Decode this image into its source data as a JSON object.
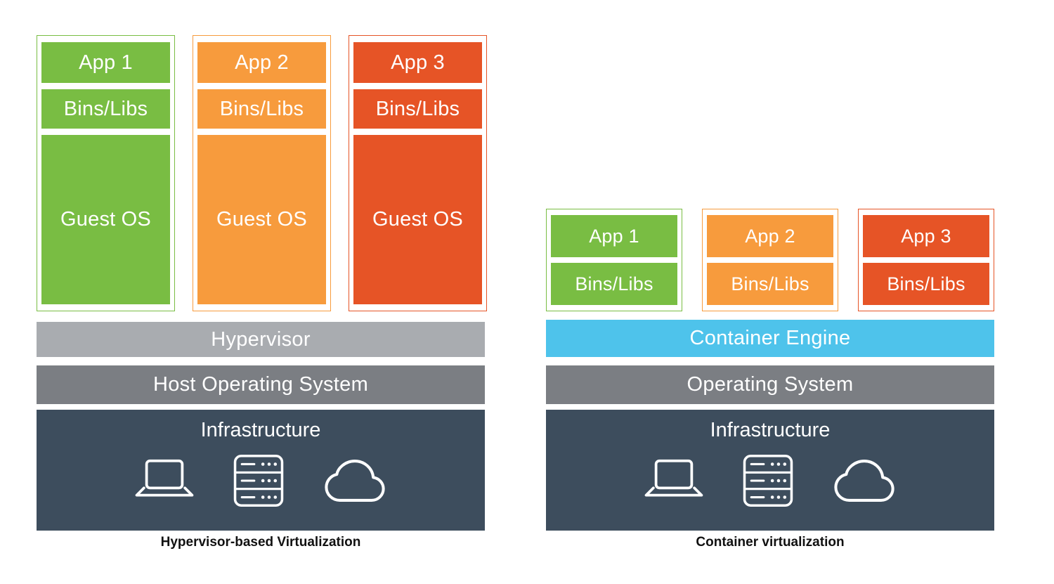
{
  "colors": {
    "green": "#79BD43",
    "orange": "#F79B3D",
    "red": "#E65426",
    "blue": "#4EC3EB",
    "hypervisor_gray": "#A9ACB0",
    "os_gray": "#7B7E83",
    "infra_dark": "#3D4D5D"
  },
  "left": {
    "caption": "Hypervisor-based Virtualization",
    "stacks": [
      {
        "app": "App 1",
        "bins": "Bins/Libs",
        "guest": "Guest OS",
        "color": "#79BD43"
      },
      {
        "app": "App 2",
        "bins": "Bins/Libs",
        "guest": "Guest OS",
        "color": "#F79B3D"
      },
      {
        "app": "App 3",
        "bins": "Bins/Libs",
        "guest": "Guest OS",
        "color": "#E65426"
      }
    ],
    "hypervisor": "Hypervisor",
    "host_os": "Host Operating System",
    "infrastructure": "Infrastructure",
    "icons": [
      "laptop-icon",
      "server-icon",
      "cloud-icon"
    ]
  },
  "right": {
    "caption": "Container virtualization",
    "stacks": [
      {
        "app": "App 1",
        "bins": "Bins/Libs",
        "color": "#79BD43"
      },
      {
        "app": "App 2",
        "bins": "Bins/Libs",
        "color": "#F79B3D"
      },
      {
        "app": "App 3",
        "bins": "Bins/Libs",
        "color": "#E65426"
      }
    ],
    "container_engine": "Container Engine",
    "os": "Operating System",
    "infrastructure": "Infrastructure",
    "icons": [
      "laptop-icon",
      "server-icon",
      "cloud-icon"
    ]
  }
}
